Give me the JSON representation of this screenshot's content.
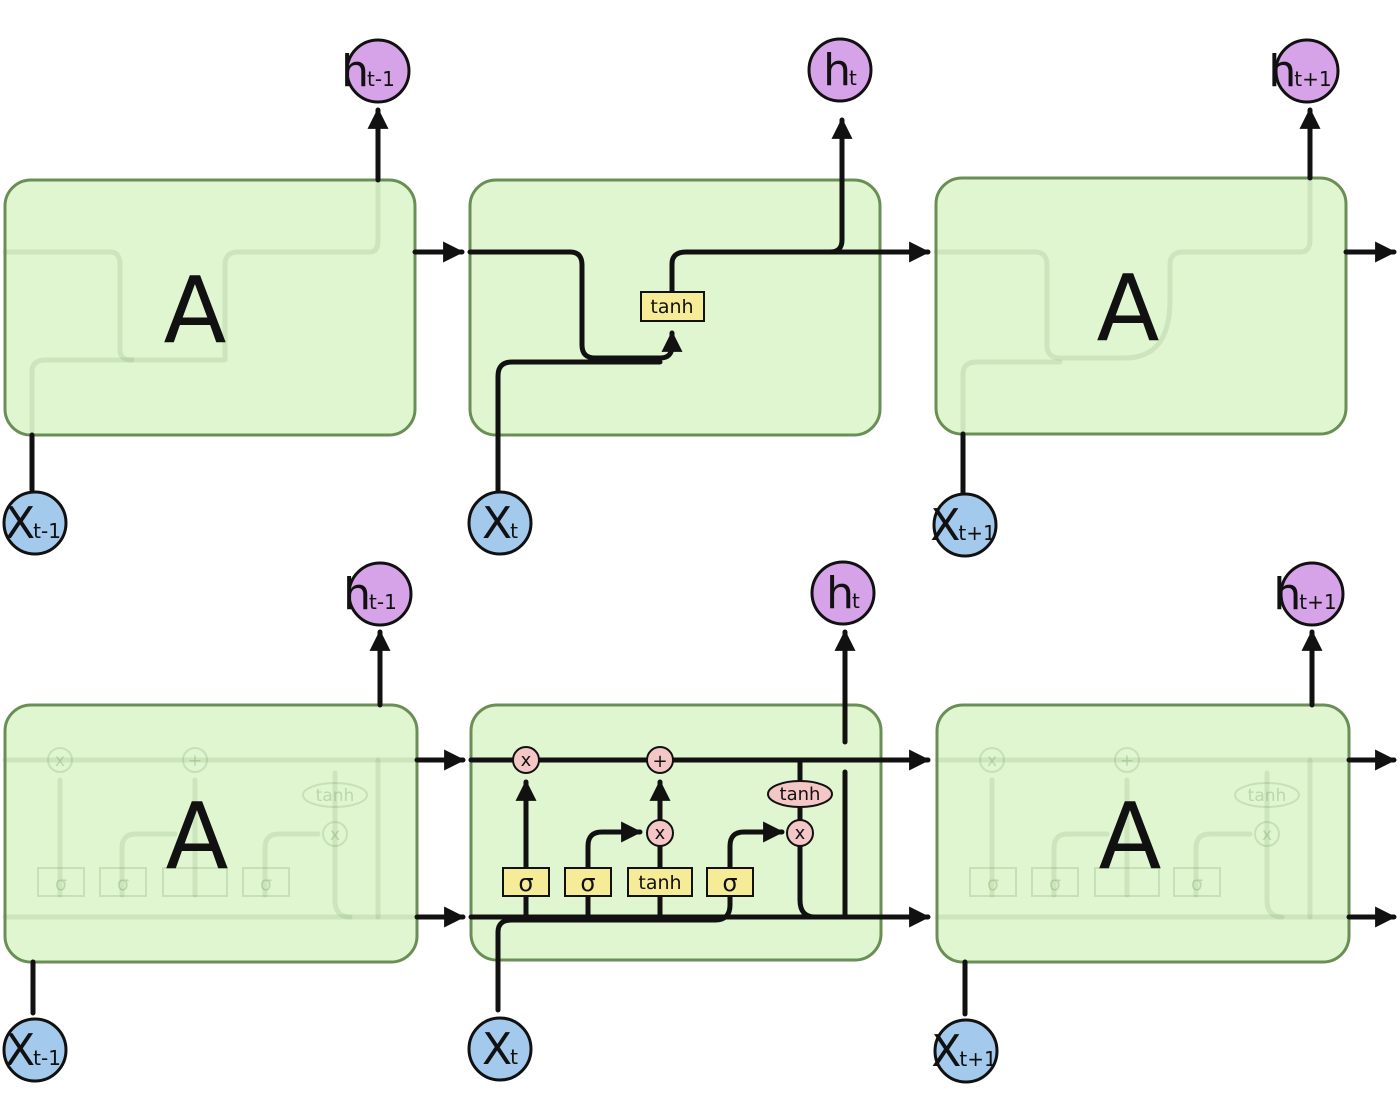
{
  "cells": {
    "letter": "A"
  },
  "nodes": {
    "h_main": "h",
    "x_main": "X",
    "sub_prev": "t-1",
    "sub_cur": "t",
    "sub_next": "t+1"
  },
  "rnn": {
    "tanh_label": "tanh"
  },
  "lstm": {
    "sigma_label": "σ",
    "tanh_layer_label": "tanh",
    "tanh_op_label": "tanh",
    "multiply_label": "x",
    "add_label": "+"
  },
  "colors": {
    "cell_fill": "#d9f5c8",
    "cell_border": "#6a8f55",
    "h_node": "#d7a3e8",
    "x_node": "#a3c9ec",
    "layer_fill": "#f6eb96",
    "op_fill": "#f5c6c6"
  }
}
